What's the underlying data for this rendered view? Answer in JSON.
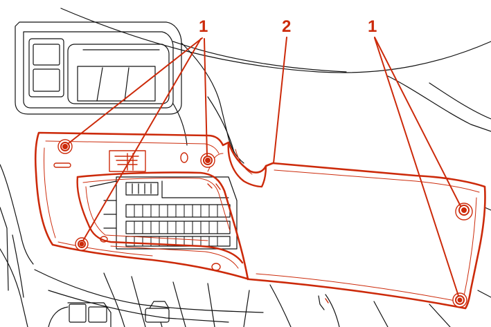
{
  "callouts": {
    "fasteners": "1",
    "panel": "2",
    "fasteners_right": "1"
  },
  "colors": {
    "line": "#111111",
    "accent": "#cc2a0a"
  }
}
